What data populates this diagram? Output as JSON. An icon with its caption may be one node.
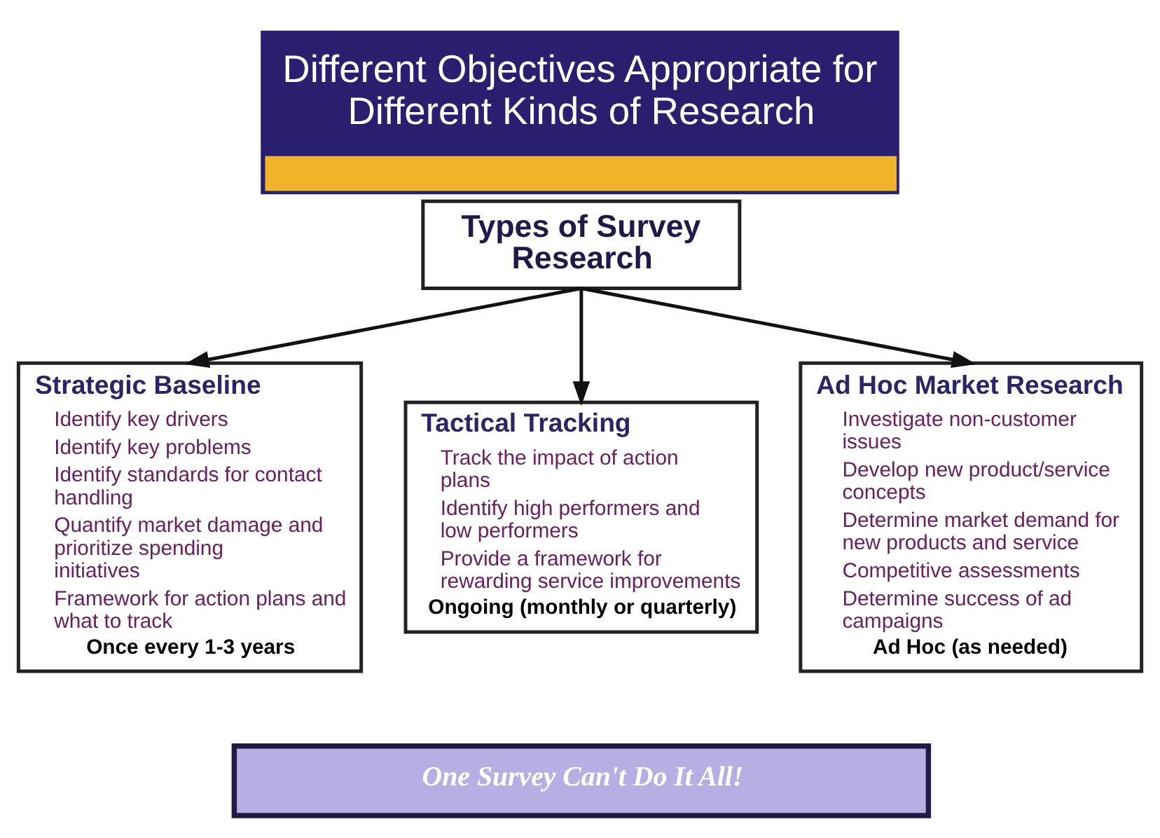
{
  "diagram": {
    "title": "Different Objectives Appropriate for Different Kinds of Research",
    "nodes": [
      {
        "text": [
          "Types of Survey Research"
        ]
      },
      {
        "text": [
          "Strategic Baseline",
          "Identify key drivers",
          "Identify key problems",
          "Identify standards for contact handling",
          "Quantify market damage and prioritize spending initiatives",
          "Framework for action plans and what to track",
          "Once every 1-3 years"
        ]
      },
      {
        "text": [
          "Tactical Tracking",
          "Track the impact of action plans",
          "Identify high performers and low performers",
          "Provide a framework for rewarding service improvements",
          "Ongoing (monthly or quarterly)"
        ]
      },
      {
        "text": [
          "Ad Hoc Market Research",
          "Investigate non-customer issues",
          "Develop new product/service concepts",
          "Determine market demand for new products and service",
          "Competitive assessments",
          "Determine success of ad campaigns",
          "Ad Hoc (as needed)"
        ]
      },
      {
        "text": [
          "One Survey Can't Do It All!"
        ]
      }
    ],
    "edges": [
      {
        "from": 0,
        "to": 1,
        "arrow": "to"
      },
      {
        "from": 0,
        "to": 2,
        "arrow": "to"
      },
      {
        "from": 0,
        "to": 3,
        "arrow": "to"
      }
    ]
  }
}
